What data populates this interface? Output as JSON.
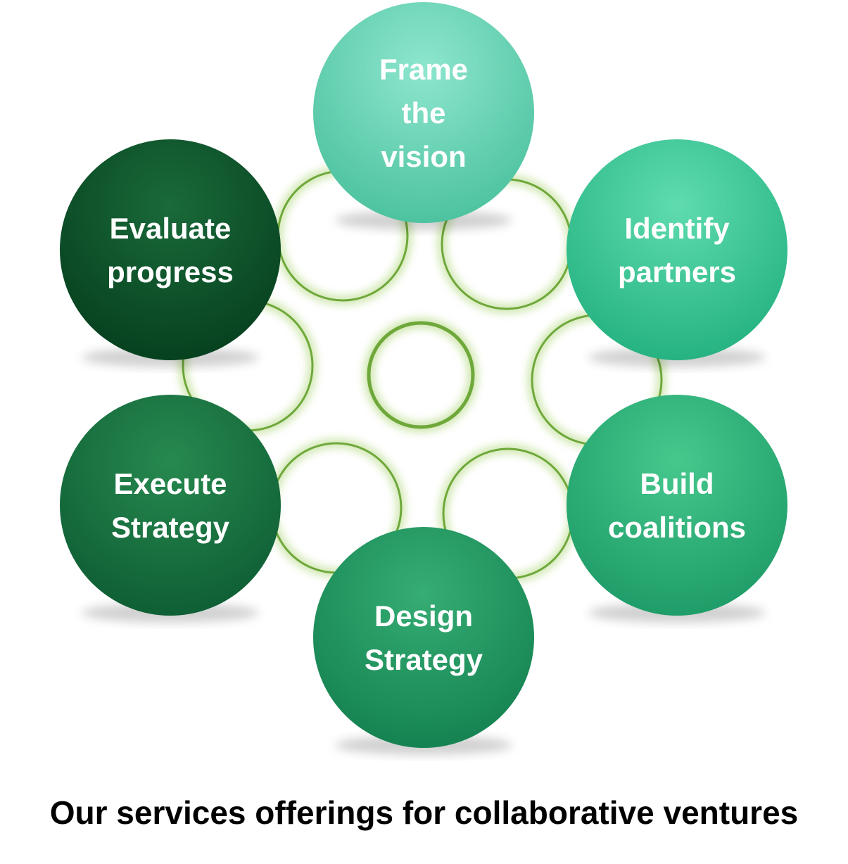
{
  "caption": "Our services offerings for collaborative ventures",
  "colors": {
    "connector": "#6ea83a",
    "glow": "#b9dc8a",
    "label": "#ffffff"
  },
  "nodes": [
    {
      "id": "frame-the-vision",
      "lines": [
        "Frame",
        "the",
        "vision"
      ],
      "color_light": "#8ee6cf",
      "color_dark": "#49c09c"
    },
    {
      "id": "identify-partners",
      "lines": [
        "Identify",
        "partners"
      ],
      "color_light": "#5fdcaf",
      "color_dark": "#22b07e"
    },
    {
      "id": "build-coalitions",
      "lines": [
        "Build",
        "coalitions"
      ],
      "color_light": "#46c88d",
      "color_dark": "#1c9a66"
    },
    {
      "id": "design-strategy",
      "lines": [
        "Design",
        "Strategy"
      ],
      "color_light": "#36ad74",
      "color_dark": "#13804f"
    },
    {
      "id": "execute-strategy",
      "lines": [
        "Execute",
        "Strategy"
      ],
      "color_light": "#27894f",
      "color_dark": "#0d5c33"
    },
    {
      "id": "evaluate-progress",
      "lines": [
        "Evaluate",
        "progress"
      ],
      "color_light": "#1a6a3a",
      "color_dark": "#053e1d"
    }
  ]
}
